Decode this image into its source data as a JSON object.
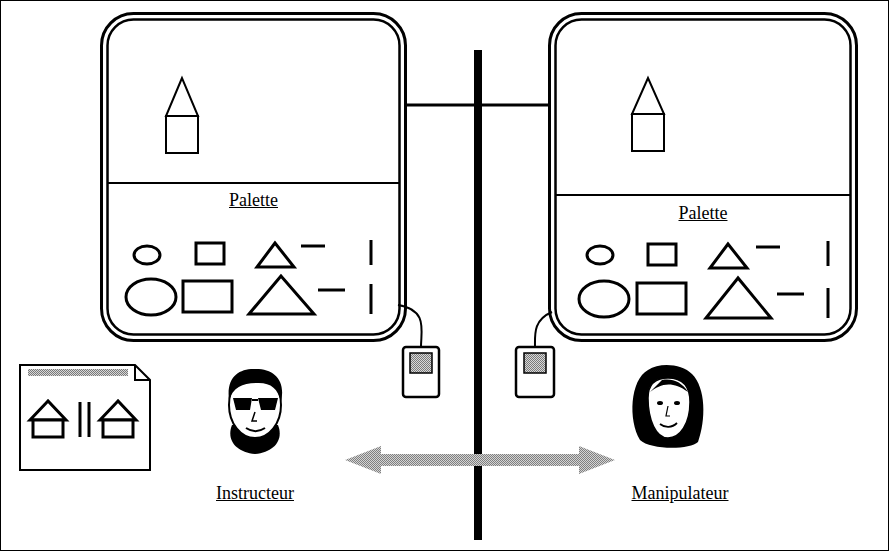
{
  "diagram": {
    "nodes": [
      {
        "text": [
          "Palette"
        ]
      },
      {
        "text": [
          "Palette"
        ]
      },
      {
        "text": [
          "Instructeur"
        ]
      },
      {
        "text": [
          "Manipulateur"
        ]
      }
    ],
    "edges": [
      {
        "from": 0,
        "to": 1,
        "arrow": "none"
      },
      {
        "from": 2,
        "to": 3,
        "arrow": "both"
      }
    ]
  }
}
